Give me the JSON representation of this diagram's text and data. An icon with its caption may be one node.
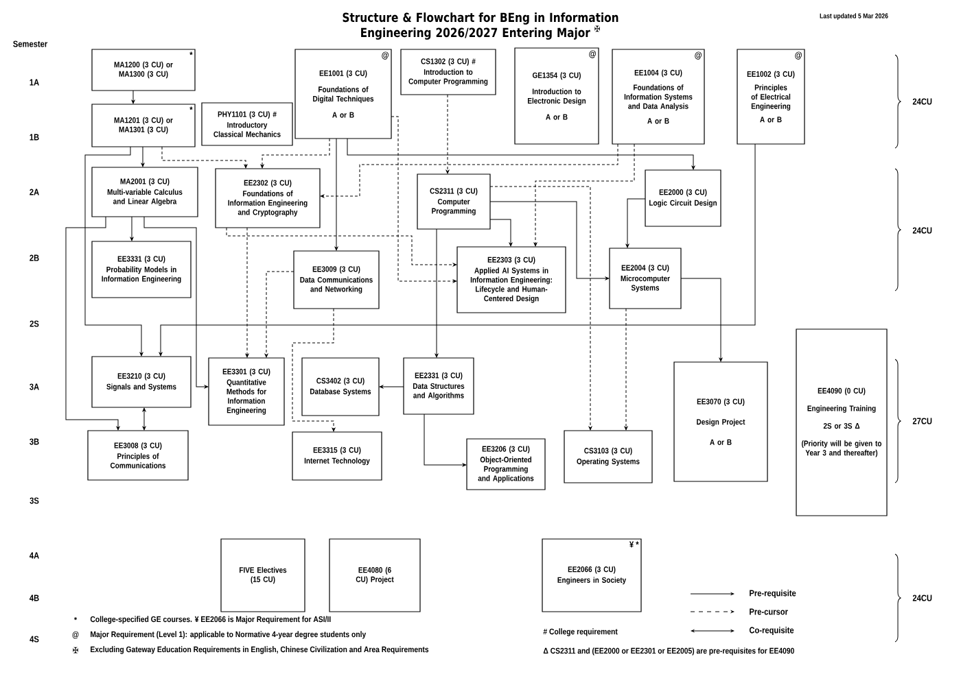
{
  "diagram": {
    "title": "Structure & Flowchart for BEng in Information Engineering 2026/2027 Entering Major $^{✠}$",
    "nodes": [
      {
        "text": [
          "MA1200 (3 CU) or MA1300 (3 CU)",
          "*"
        ]
      },
      {
        "text": [
          "MA1201 (3 CU) or MA1301 (3 CU)",
          "*"
        ]
      },
      {
        "text": [
          "PHY1101 (3 CU) #",
          "Introductory Classical Mechanics"
        ]
      },
      {
        "text": [
          "EE1001 (3 CU)",
          "@",
          "Foundations of Digital Techniques",
          "A or B"
        ]
      },
      {
        "text": [
          "CS1302 (3 CU) #",
          "Introduction to Computer Programming"
        ]
      },
      {
        "text": [
          "@",
          "GE1354 (3 CU)",
          "Introduction to Electronic Design",
          "A or B"
        ]
      },
      {
        "text": [
          "EE1004 (3 CU)",
          "@",
          "Foundations of Information Systems and Data Analysis",
          "A or B"
        ]
      },
      {
        "text": [
          "@",
          "EE1002 (3 CU)",
          "Principles of Electrical Engineering",
          "A or B"
        ]
      },
      {
        "text": [
          "MA2001 (3 CU)",
          "Multi-variable Calculus and Linear Algebra"
        ]
      },
      {
        "text": [
          "EE2302 (3 CU)",
          "Foundations of Information Engineering and Cryptography"
        ]
      },
      {
        "text": [
          "CS2311 (3 CU)",
          "Computer Programming"
        ]
      },
      {
        "text": [
          "EE2000 (3 CU)",
          "Logic Circuit Design"
        ]
      },
      {
        "text": [
          "EE3331 (3 CU)",
          "Probability Models in Information Engineering"
        ]
      },
      {
        "text": [
          "EE3009 (3 CU)",
          "Data Communications and Networking"
        ]
      },
      {
        "text": [
          "EE2303 (3 CU)",
          "Applied AI Systems in Information Engineering: Lifecycle and Human-Centered Design"
        ]
      },
      {
        "text": [
          "EE2004 (3 CU)",
          "Microcomputer Systems"
        ]
      },
      {
        "text": [
          "EE3210 (3 CU)",
          "Signals and Systems"
        ]
      },
      {
        "text": [
          "EE3301 (3 CU)",
          "Quantitative Methods for Information Engineering"
        ]
      },
      {
        "text": [
          "CS3402 (3 CU)",
          "Database Systems"
        ]
      },
      {
        "text": [
          "EE2331 (3 CU)",
          "Data Structures and Algorithms"
        ]
      },
      {
        "text": [
          "EE3070 (3 CU)",
          "Design Project",
          "A or B"
        ]
      },
      {
        "text": [
          "EE4090 (0 CU)",
          "Engineering Training",
          "2S or 3S Δ",
          "(Priority will be given to Year 3 and thereafter)"
        ]
      },
      {
        "text": [
          "EE3008 (3 CU)",
          "Principles of Communications"
        ]
      },
      {
        "text": [
          "EE3315 (3 CU)",
          "Internet Technology"
        ]
      },
      {
        "text": [
          "EE3206 (3 CU)",
          "Object-Oriented Programming and Applications"
        ]
      },
      {
        "text": [
          "CS3103 (3 CU)",
          "Operating Systems"
        ]
      },
      {
        "text": [
          "FIVE Electives (15 CU)"
        ]
      },
      {
        "text": [
          "EE4080 (6 CU) Project"
        ]
      },
      {
        "text": [
          "¥ *",
          "EE2066 (3 CU)",
          "Engineers in Society"
        ]
      }
    ],
    "edges": [
      {
        "from": 0,
        "to": 1,
        "arrow": "to"
      },
      {
        "from": 1,
        "to": 8,
        "arrow": "to"
      },
      {
        "from": 1,
        "to": 9,
        "arrow": "to",
        "style": "dashed"
      },
      {
        "from": 3,
        "to": 9,
        "arrow": "to",
        "style": "dashed"
      },
      {
        "from": 1,
        "to": 16,
        "arrow": "to"
      },
      {
        "from": 8,
        "to": 22,
        "arrow": "to"
      },
      {
        "from": 8,
        "to": 12,
        "arrow": "to"
      },
      {
        "from": 8,
        "to": 17,
        "arrow": "to"
      },
      {
        "from": 7,
        "to": 16,
        "arrow": "to"
      },
      {
        "from": 16,
        "to": 22,
        "arrow": "both"
      },
      {
        "from": 3,
        "to": 13,
        "arrow": "to"
      },
      {
        "from": 3,
        "to": 11,
        "arrow": "to"
      },
      {
        "from": 11,
        "to": 15,
        "arrow": "to"
      },
      {
        "from": 4,
        "to": 10,
        "arrow": "to",
        "style": "dashed"
      },
      {
        "from": 6,
        "to": 9,
        "arrow": "to",
        "style": "dashed"
      },
      {
        "from": 6,
        "to": 14,
        "arrow": "to",
        "style": "dashed"
      },
      {
        "from": 10,
        "to": 14,
        "arrow": "to"
      },
      {
        "from": 10,
        "to": 15,
        "arrow": "to"
      },
      {
        "from": 10,
        "to": 19,
        "arrow": "to"
      },
      {
        "from": 10,
        "to": 25,
        "arrow": "to",
        "style": "dashed"
      },
      {
        "from": 15,
        "to": 25,
        "arrow": "to",
        "style": "dashed"
      },
      {
        "from": 9,
        "to": 17,
        "arrow": "to",
        "style": "dashed"
      },
      {
        "from": 9,
        "to": 14,
        "arrow": "to",
        "style": "dashed"
      },
      {
        "from": 3,
        "to": 14,
        "arrow": "to",
        "style": "dashed"
      },
      {
        "from": 13,
        "to": 17,
        "arrow": "to",
        "style": "dashed"
      },
      {
        "from": 13,
        "to": 23,
        "arrow": "to",
        "style": "dashed"
      },
      {
        "from": 19,
        "to": 18,
        "arrow": "to"
      },
      {
        "from": 19,
        "to": 24,
        "arrow": "to"
      },
      {
        "from": 15,
        "to": 20,
        "arrow": "to"
      }
    ],
    "labels": [
      "Last updated 5 Mar 2026",
      "Semester",
      "1A",
      "1B",
      "2A",
      "2B",
      "2S",
      "3A",
      "3B",
      "3S",
      "4A",
      "4B",
      "4S",
      "24CU",
      "24CU",
      "27CU",
      "24CU",
      "*",
      "College-specified GE courses. ¥ EE2066 is Major Requirement for ASI/II",
      "@",
      "Major Requirement (Level 1): applicable to Normative 4-year degree students only",
      "✠",
      "Excluding Gateway Education Requirements in English, Chinese Civilization and Area Requirements",
      "# College requirement",
      "Δ CS2311 and (EE2000 or EE2301 or EE2005) are pre-requisites for EE4090"
    ],
    "legend": [
      {
        "text": "Pre-requisite"
      },
      {
        "text": "Pre-cursor"
      },
      {
        "text": "Co-requisite"
      }
    ]
  }
}
